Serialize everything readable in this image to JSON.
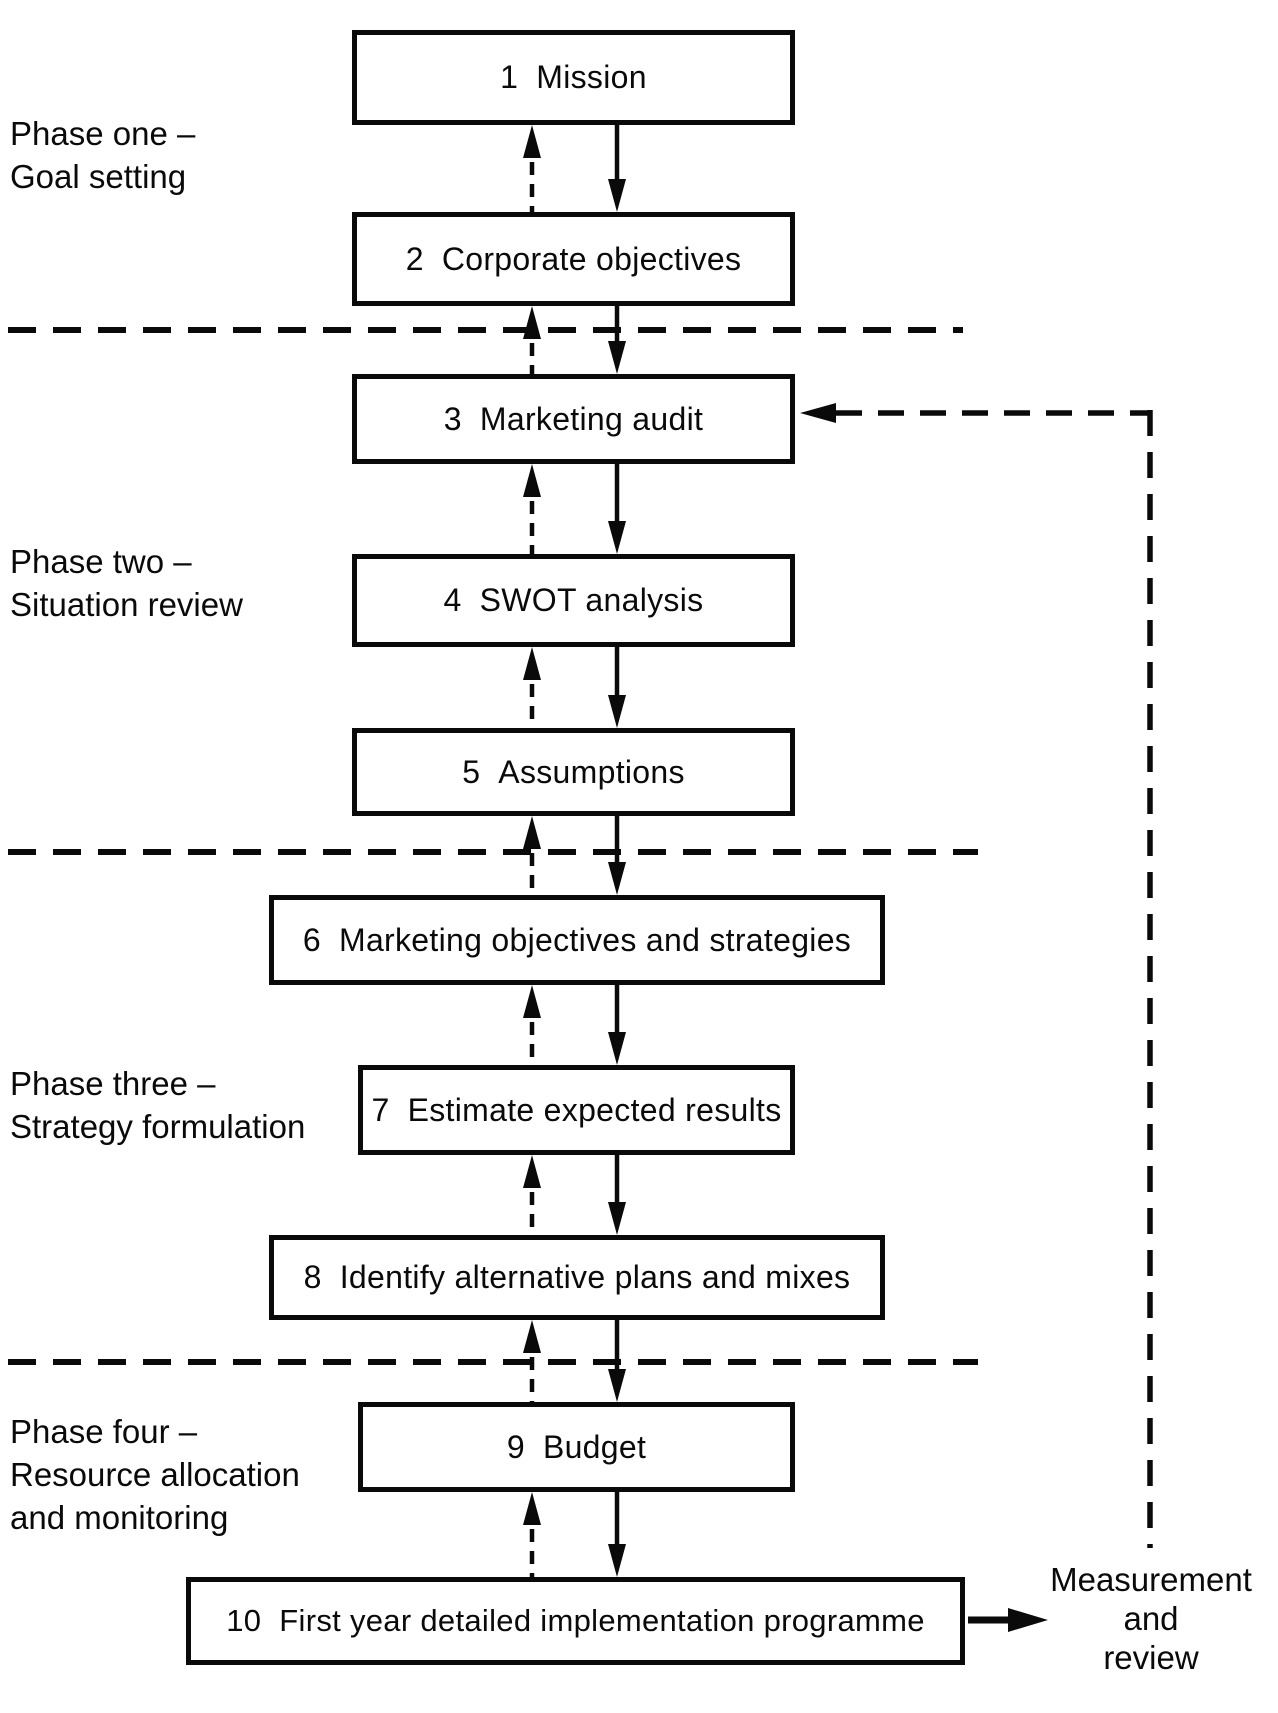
{
  "figure": {
    "boxes": [
      {
        "num": "1",
        "label": "Mission"
      },
      {
        "num": "2",
        "label": "Corporate objectives"
      },
      {
        "num": "3",
        "label": "Marketing audit"
      },
      {
        "num": "4",
        "label": "SWOT analysis"
      },
      {
        "num": "5",
        "label": "Assumptions"
      },
      {
        "num": "6",
        "label": "Marketing objectives and strategies"
      },
      {
        "num": "7",
        "label": "Estimate expected results"
      },
      {
        "num": "8",
        "label": "Identify alternative plans and mixes"
      },
      {
        "num": "9",
        "label": "Budget"
      },
      {
        "num": "10",
        "label": "First year detailed implementation programme"
      }
    ],
    "phases": [
      {
        "lines": [
          "Phase one –",
          "Goal setting"
        ]
      },
      {
        "lines": [
          "Phase two –",
          "Situation review"
        ]
      },
      {
        "lines": [
          "Phase three –",
          "Strategy formulation"
        ]
      },
      {
        "lines": [
          "Phase four –",
          "Resource allocation",
          "and monitoring"
        ]
      }
    ],
    "feedback_label": {
      "lines": [
        "Measurement",
        "and",
        "review"
      ]
    },
    "colors": {
      "ink": "#0a0a0a",
      "paper": "#ffffff"
    }
  }
}
